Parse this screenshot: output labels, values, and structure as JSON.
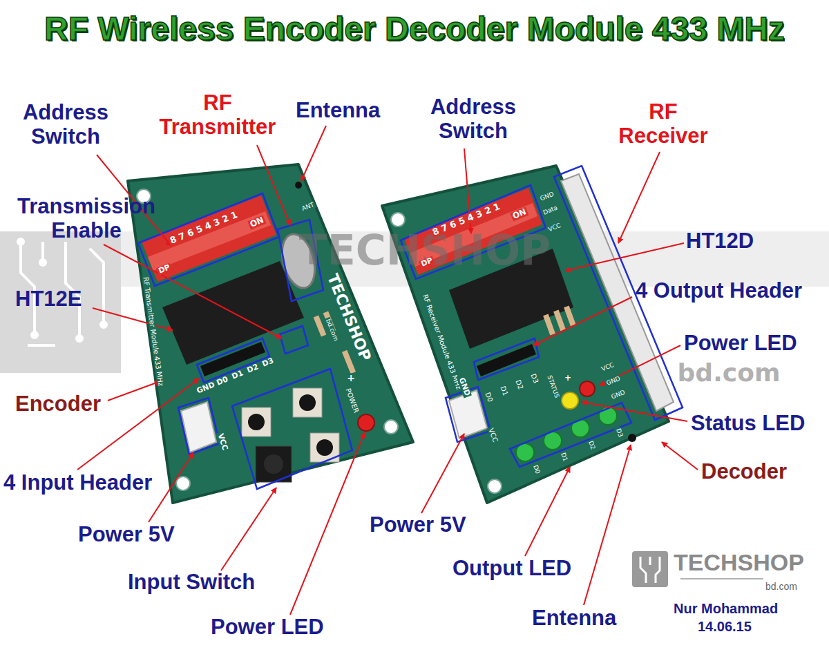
{
  "diagram": {
    "title": "RF Wireless Encoder Decoder Module 433 MHz",
    "labels": [
      "Address Switch",
      "RF Transmitter",
      "Entenna",
      "Transmission Enable",
      "HT12E",
      "Encoder",
      "4 Input Header",
      "Power 5V",
      "Input Switch",
      "Power LED",
      "Address Switch",
      "RF Receiver",
      "HT12D",
      "4 Output Header",
      "Power LED",
      "Status LED",
      "Decoder",
      "Power 5V",
      "Output LED",
      "Entenna",
      "TECHSHOP",
      "bd.com",
      "TECHSHOP",
      "bd.com",
      "Nur Mohammad",
      "14.06.15",
      "8 7 6 5 4 3 2 1",
      "ON",
      "DP",
      "ANT",
      "RF Transmitter Module 433 MHz",
      "GND",
      "D0",
      "D1",
      "D2",
      "D3",
      "VCC",
      "+",
      "POWER",
      "TECHSHOP",
      "bd.com",
      "8 7 6 5 4 3 2 1",
      "ON",
      "DP",
      "GND",
      "Data",
      "VCC",
      "RF Receiver Module 433 MHz",
      "GND",
      "D0",
      "D1",
      "D2",
      "D3",
      "STATUS",
      "+",
      "VCC",
      "GND",
      "GND",
      "VCC",
      "D0",
      "D1",
      "D2",
      "D3"
    ]
  }
}
